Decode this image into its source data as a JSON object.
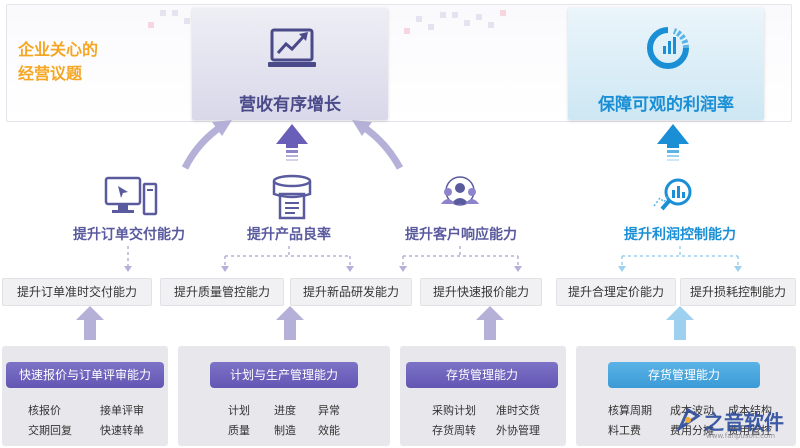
{
  "concern": {
    "line1": "企业关心的",
    "line2": "经营议题"
  },
  "goals": {
    "left": {
      "title": "营收有序增长",
      "icon": "growth-chart-monitor-icon"
    },
    "right": {
      "title": "保障可观的利润率",
      "icon": "profit-gauge-icon"
    }
  },
  "capabilities": [
    {
      "title": "提升订单交付能力",
      "icon": "computer-order-icon"
    },
    {
      "title": "提升产品良率",
      "icon": "printer-product-icon"
    },
    {
      "title": "提升客户响应能力",
      "icon": "customer-group-icon"
    },
    {
      "title": "提升利润控制能力",
      "icon": "magnifier-chart-icon"
    }
  ],
  "sub_capabilities": [
    "提升订单准时交付能力",
    "提升质量管控能力",
    "提升新品研发能力",
    "提升快速报价能力",
    "提升合理定价能力",
    "提升损耗控制能力"
  ],
  "foundations": [
    {
      "title": "快速报价与订单评审能力",
      "items": [
        "核报价",
        "接单评审",
        "交期回复",
        "快速转单"
      ]
    },
    {
      "title": "计划与生产管理能力",
      "items": [
        "计划",
        "进度",
        "异常",
        "质量",
        "制造",
        "效能"
      ]
    },
    {
      "title": "存货管理能力",
      "items": [
        "采购计划",
        "准时交货",
        "存货周转",
        "外协管理"
      ]
    },
    {
      "title": "存货管理能力",
      "items": [
        "核算周期",
        "成本波动",
        "成本结构",
        "料工费",
        "费用分摊",
        "费用管控"
      ]
    }
  ],
  "logo": {
    "text": "之音软件",
    "url": "www.fanpusoft.com"
  },
  "colors": {
    "purple": "#5a5a9e",
    "purple_arrow": "#6a5fb8",
    "light_purple_arrow": "#b5b0d8",
    "blue": "#1a8fd6",
    "orange": "#f5a623"
  }
}
